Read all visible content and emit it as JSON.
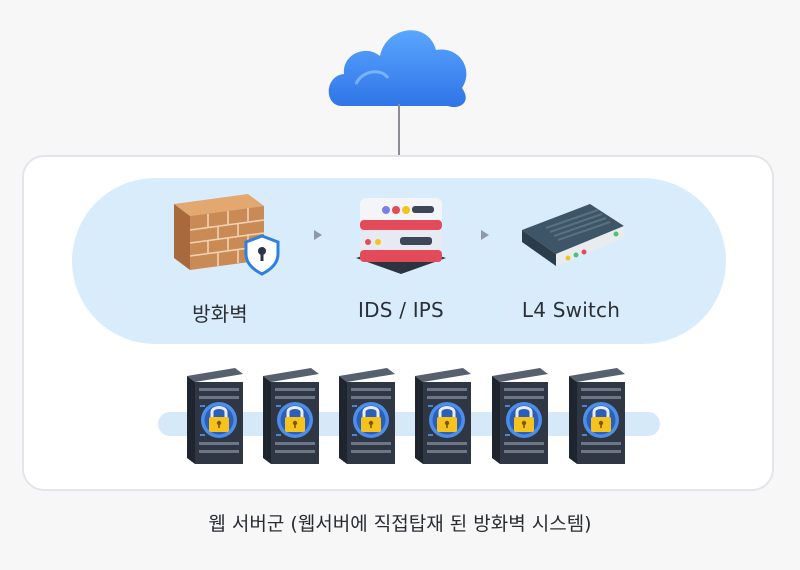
{
  "diagram": {
    "top_node": {
      "icon": "cloud-icon"
    },
    "pipeline": [
      {
        "label": "방화벽",
        "icon": "firewall-brick-wall-icon"
      },
      {
        "label": "IDS / IPS",
        "icon": "ids-ips-appliance-icon"
      },
      {
        "label": "L4 Switch",
        "icon": "network-switch-icon"
      }
    ],
    "servers": [
      {
        "icon": "locked-server-icon"
      },
      {
        "icon": "locked-server-icon"
      },
      {
        "icon": "locked-server-icon"
      },
      {
        "icon": "locked-server-icon"
      },
      {
        "icon": "locked-server-icon"
      },
      {
        "icon": "locked-server-icon"
      }
    ],
    "caption": "웹 서버군 (웹서버에 직접탑재 된 방화벽 시스템)"
  },
  "colors": {
    "cloud": "#3b8cf0",
    "pipeline_background": "#d9ecfb",
    "lock": "#f6c21c",
    "server": "#2f3744",
    "firewall_brick": "#c98a55",
    "shield": "#2f7fe0"
  }
}
